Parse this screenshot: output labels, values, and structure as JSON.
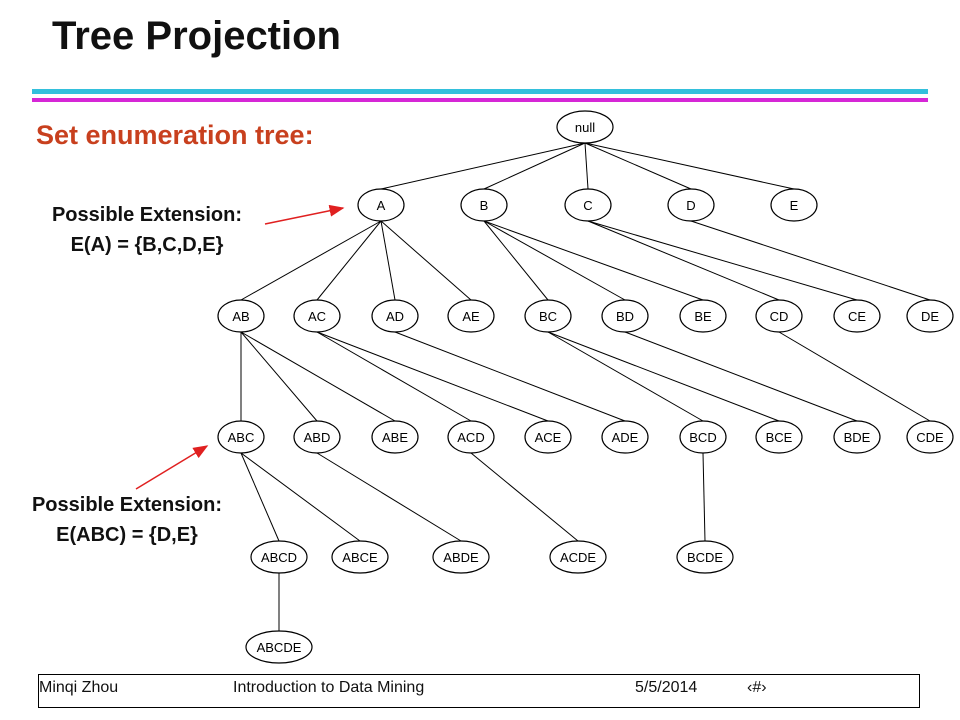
{
  "title": "Tree Projection",
  "subtitle": "Set enumeration tree:",
  "annotations": [
    {
      "line1": "Possible Extension:",
      "line2": "E(A) = {B,C,D,E}"
    },
    {
      "line1": "Possible Extension:",
      "line2": "E(ABC) = {D,E}"
    }
  ],
  "colors": {
    "bar_cyan": "#33c0dc",
    "bar_magenta": "#d626d6",
    "subtitle": "#c8401e",
    "arrow": "#e02020"
  },
  "tree": {
    "nodes": [
      "null",
      "A",
      "B",
      "C",
      "D",
      "E",
      "AB",
      "AC",
      "AD",
      "AE",
      "BC",
      "BD",
      "BE",
      "CD",
      "CE",
      "DE",
      "ABC",
      "ABD",
      "ABE",
      "ACD",
      "ACE",
      "ADE",
      "BCD",
      "BCE",
      "BDE",
      "CDE",
      "ABCD",
      "ABCE",
      "ABDE",
      "ACDE",
      "BCDE",
      "ABCDE"
    ],
    "edges": [
      [
        "null",
        "A"
      ],
      [
        "null",
        "B"
      ],
      [
        "null",
        "C"
      ],
      [
        "null",
        "D"
      ],
      [
        "null",
        "E"
      ],
      [
        "A",
        "AB"
      ],
      [
        "A",
        "AC"
      ],
      [
        "A",
        "AD"
      ],
      [
        "A",
        "AE"
      ],
      [
        "B",
        "BC"
      ],
      [
        "B",
        "BD"
      ],
      [
        "B",
        "BE"
      ],
      [
        "C",
        "CD"
      ],
      [
        "C",
        "CE"
      ],
      [
        "D",
        "DE"
      ],
      [
        "AB",
        "ABC"
      ],
      [
        "AB",
        "ABD"
      ],
      [
        "AB",
        "ABE"
      ],
      [
        "AC",
        "ACD"
      ],
      [
        "AC",
        "ACE"
      ],
      [
        "AD",
        "ADE"
      ],
      [
        "BC",
        "BCD"
      ],
      [
        "BC",
        "BCE"
      ],
      [
        "BD",
        "BDE"
      ],
      [
        "CD",
        "CDE"
      ],
      [
        "ABC",
        "ABCD"
      ],
      [
        "ABC",
        "ABCE"
      ],
      [
        "ABD",
        "ABDE"
      ],
      [
        "ACD",
        "ACDE"
      ],
      [
        "BCD",
        "BCDE"
      ],
      [
        "ABCD",
        "ABCDE"
      ]
    ]
  },
  "footer": {
    "author": "Minqi Zhou",
    "course": "Introduction to Data Mining",
    "date": "5/5/2014",
    "page": "‹#›"
  }
}
